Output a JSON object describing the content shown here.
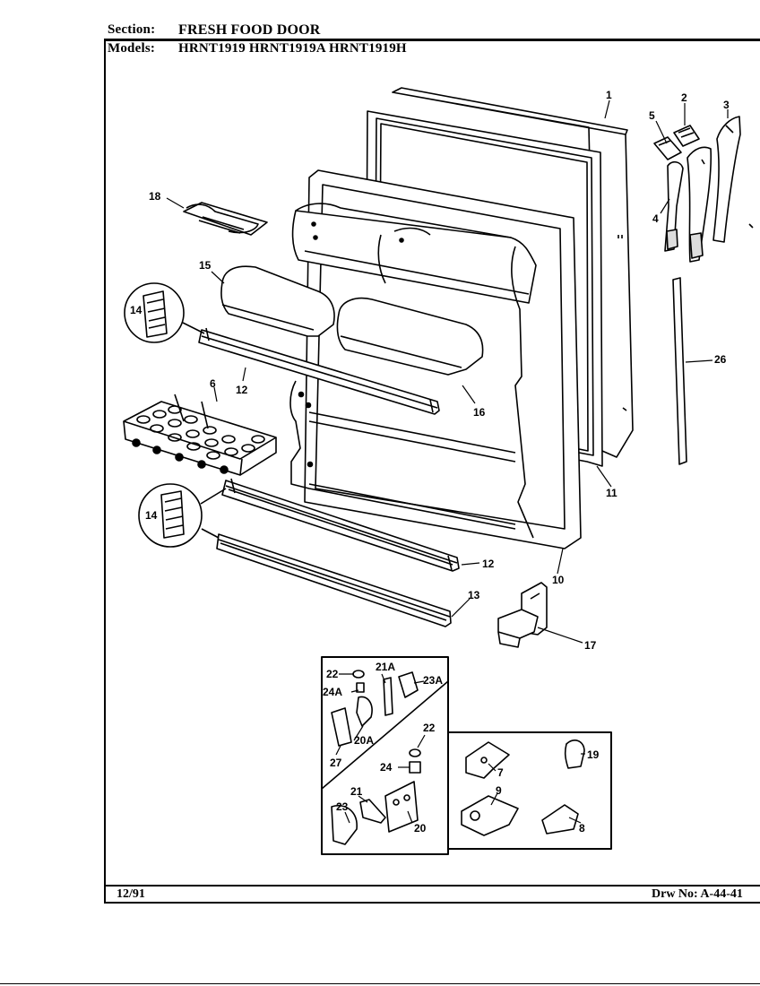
{
  "header": {
    "section_label": "Section:",
    "section_value": "FRESH FOOD DOOR",
    "models_label": "Models:",
    "models_value": "HRNT1919  HRNT1919A  HRNT1919H"
  },
  "footer": {
    "date": "12/91",
    "drawing_no": "Drw No: A-44-41"
  },
  "callouts": {
    "c1": "1",
    "c2": "2",
    "c3": "3",
    "c4": "4",
    "c5": "5",
    "c6": "6",
    "c7": "7",
    "c8": "8",
    "c9": "9",
    "c10": "10",
    "c11": "11",
    "c12a": "12",
    "c12b": "12",
    "c13": "13",
    "c14a": "14",
    "c14b": "14",
    "c15": "15",
    "c16": "16",
    "c17": "17",
    "c18": "18",
    "c19": "19",
    "c20": "20",
    "c20a": "20A",
    "c21": "21",
    "c21a": "21A",
    "c22a": "22",
    "c22b": "22",
    "c23": "23",
    "c23a": "23A",
    "c24": "24",
    "c24a": "24A",
    "c26": "26",
    "c27": "27"
  }
}
